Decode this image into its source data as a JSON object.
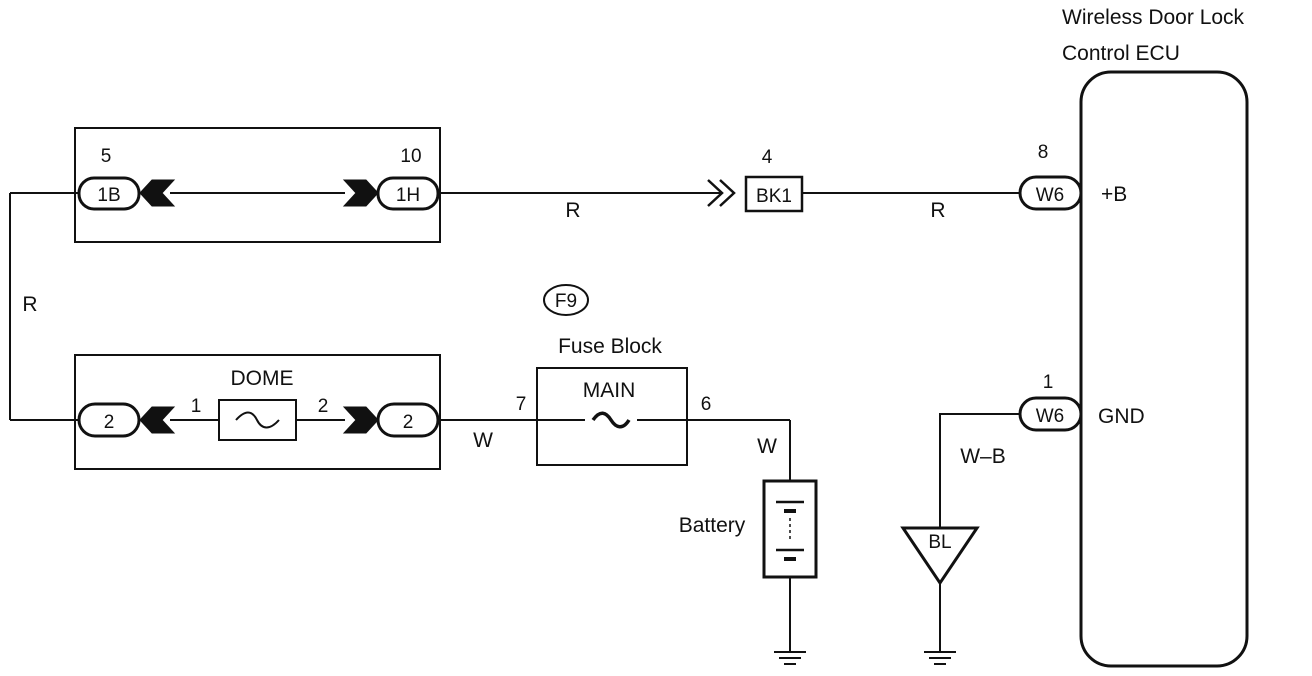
{
  "ecu": {
    "title_line1": "Wireless Door Lock",
    "title_line2": "Control ECU",
    "terminal_b": "+B",
    "terminal_gnd": "GND"
  },
  "junction_upper": {
    "left_connector": "1B",
    "left_pin": "5",
    "right_connector": "1H",
    "right_pin": "10"
  },
  "junction_lower": {
    "left_connector": "2",
    "right_connector": "2",
    "fuse_label": "DOME",
    "fuse_pin_left": "1",
    "fuse_pin_right": "2"
  },
  "connector_bk1": {
    "label": "BK1",
    "pin": "4"
  },
  "connector_w6_b": {
    "label": "W6",
    "pin": "8"
  },
  "connector_w6_gnd": {
    "label": "W6",
    "pin": "1"
  },
  "fuse_block": {
    "connector": "F9",
    "title": "Fuse Block",
    "fuse_label": "MAIN",
    "pin_in": "7",
    "pin_out": "6"
  },
  "battery": {
    "label": "Battery"
  },
  "ground_point": {
    "label": "BL"
  },
  "wire_colors": {
    "r_top_left": "R",
    "r_top_right": "R",
    "r_vertical": "R",
    "w_lower": "W",
    "w_battery": "W",
    "wb_ground": "W–B"
  }
}
